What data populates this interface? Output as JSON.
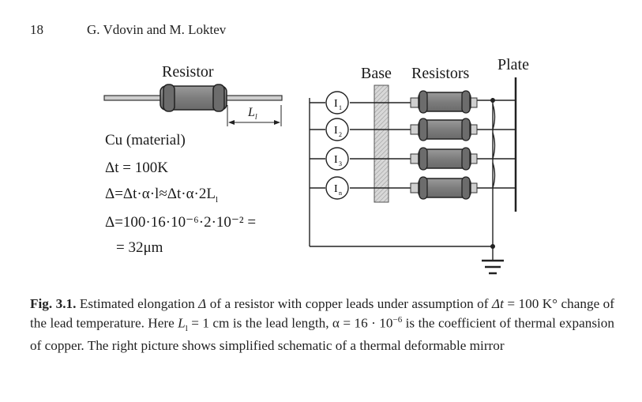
{
  "header": {
    "page_number": "18",
    "authors": "G. Vdovin and M. Loktev"
  },
  "figure": {
    "left": {
      "resistor_label": "Resistor",
      "lead_length_label": "L",
      "lead_length_sub": "l",
      "material_label": "Cu (material)",
      "formula_1": "Δt = 100K",
      "formula_2": "Δ=Δt·α·l≈Δt·α·2L",
      "formula_2_sub": "l",
      "formula_3": "Δ=100·16·10⁻⁶·2·10⁻² =",
      "formula_4": "= 32μm"
    },
    "right": {
      "base_label": "Base",
      "resistors_label": "Resistors",
      "plate_label": "Plate",
      "current_sources": [
        {
          "symbol": "I",
          "sub": "1"
        },
        {
          "symbol": "I",
          "sub": "2"
        },
        {
          "symbol": "I",
          "sub": "3"
        },
        {
          "symbol": "I",
          "sub": "n"
        }
      ]
    }
  },
  "caption": {
    "fig_label": "Fig. 3.1.",
    "part_1": " Estimated elongation ",
    "delta": "Δ",
    "part_2": " of a resistor with copper leads under assumption of ",
    "dt_expr": "Δt",
    "part_3": " = 100 K° change of the lead temperature. Here ",
    "ll_expr": "L",
    "ll_sub": "l",
    "part_4": " = 1 cm is the lead length, α = 16 · 10",
    "exp": "−6",
    "part_5": " is the coefficient of thermal expansion of copper. The right picture shows simplified schematic of a thermal deformable mirror"
  }
}
